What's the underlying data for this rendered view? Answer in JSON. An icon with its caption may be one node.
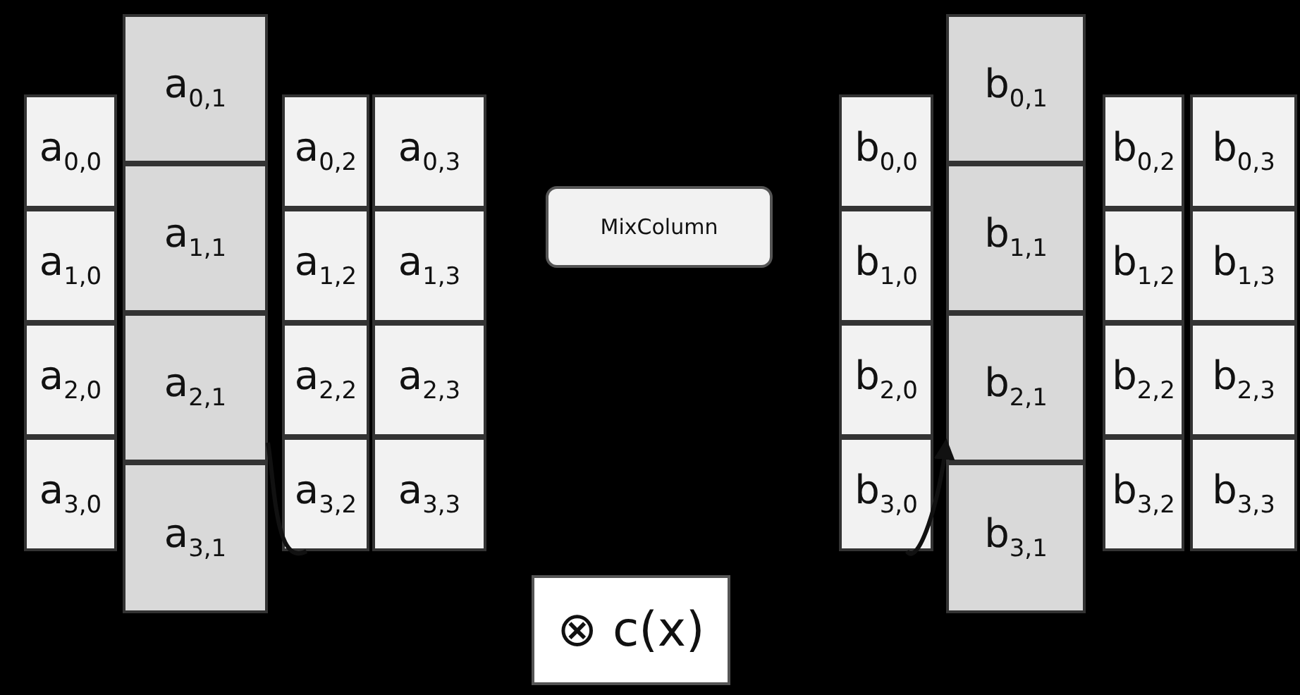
{
  "diagram": {
    "nodes": [
      {
        "text": [
          "a$_{0,0}$"
        ]
      },
      {
        "text": [
          "a$_{0,1}$"
        ]
      },
      {
        "text": [
          "a$_{0,2}$"
        ]
      },
      {
        "text": [
          "a$_{0,3}$"
        ]
      },
      {
        "text": [
          "a$_{1,0}$"
        ]
      },
      {
        "text": [
          "a$_{1,1}$"
        ]
      },
      {
        "text": [
          "a$_{1,2}$"
        ]
      },
      {
        "text": [
          "a$_{1,3}$"
        ]
      },
      {
        "text": [
          "a$_{2,0}$"
        ]
      },
      {
        "text": [
          "a$_{2,1}$"
        ]
      },
      {
        "text": [
          "a$_{2,2}$"
        ]
      },
      {
        "text": [
          "a$_{2,3}$"
        ]
      },
      {
        "text": [
          "a$_{3,0}$"
        ]
      },
      {
        "text": [
          "a$_{3,1}$"
        ]
      },
      {
        "text": [
          "a$_{3,2}$"
        ]
      },
      {
        "text": [
          "a$_{3,3}$"
        ]
      },
      {
        "text": [
          "b$_{0,0}$"
        ]
      },
      {
        "text": [
          "b$_{0,1}$"
        ]
      },
      {
        "text": [
          "b$_{0,2}$"
        ]
      },
      {
        "text": [
          "b$_{0,3}$"
        ]
      },
      {
        "text": [
          "b$_{1,0}$"
        ]
      },
      {
        "text": [
          "b$_{1,1}$"
        ]
      },
      {
        "text": [
          "b$_{1,2}$"
        ]
      },
      {
        "text": [
          "b$_{1,3}$"
        ]
      },
      {
        "text": [
          "b$_{2,0}$"
        ]
      },
      {
        "text": [
          "b$_{2,1}$"
        ]
      },
      {
        "text": [
          "b$_{2,2}$"
        ]
      },
      {
        "text": [
          "b$_{2,3}$"
        ]
      },
      {
        "text": [
          "b$_{3,0}$"
        ]
      },
      {
        "text": [
          "b$_{3,1}$"
        ]
      },
      {
        "text": [
          "b$_{3,2}$"
        ]
      },
      {
        "text": [
          "b$_{3,3}$"
        ]
      },
      {
        "text": [
          "MixColumn"
        ]
      },
      {
        "text": [
          "⊗ c(x)"
        ]
      }
    ],
    "edges": [
      {
        "from": 9,
        "to": 14,
        "arrow": "none"
      },
      {
        "from": 28,
        "to": 25,
        "arrow": "to"
      }
    ]
  }
}
